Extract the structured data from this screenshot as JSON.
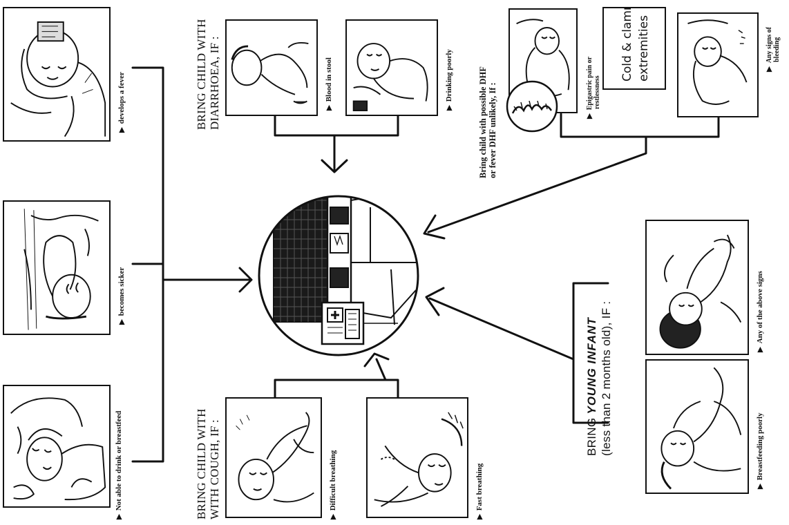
{
  "panels": {
    "drink_breastfeed": "Not able to drink or breastfeed",
    "sicker": "becomes sicker",
    "fever": "develops a fever",
    "difficult_breathing": "Difficult breathing",
    "fast_breathing": "Fast breathing",
    "blood_in_stool": "Blood in stool",
    "drinking_poorly": "Drinking poorly",
    "epigastric": [
      "Epigastric pain or",
      "restlessness"
    ],
    "cold_clammy": [
      "Cold & clammy",
      "extremities"
    ],
    "bleeding": [
      "Any signs of",
      "bleeding"
    ],
    "breastfeeding_poorly": "Breastfeeding poorly",
    "above_signs": "Any of the above signs"
  },
  "headings": {
    "cough": [
      "BRING CHILD WITH",
      "WITH COUGH, IF :"
    ],
    "diarrhoea": [
      "BRING CHILD WITH",
      "DIARRHOEA, IF :"
    ],
    "dhf": [
      "Bring child with possible DHF",
      "or fever DHF unlikely, If :"
    ],
    "infant_prefix": "BRING",
    "infant_emph": "YOUNG INFANT",
    "infant_line2": "(less than 2 months old),  IF :"
  }
}
